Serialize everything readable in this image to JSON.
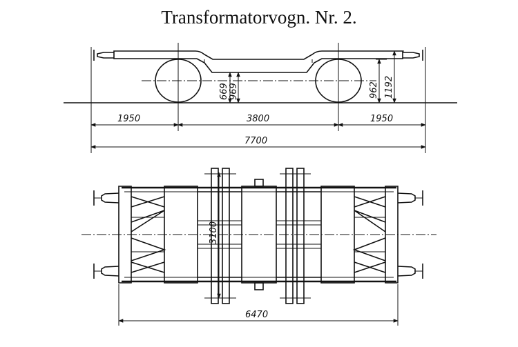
{
  "title": "Transformatorvogn. Nr. 2.",
  "side_view": {
    "dims": {
      "left_span": "1950",
      "middle_span": "3800",
      "right_span": "1950",
      "total_length": "7700",
      "wheel_center_height_left": "669",
      "frame_height_left": "969",
      "wheel_center_height_right": "962",
      "buffer_height": "1192"
    }
  },
  "plan_view": {
    "dims": {
      "track_width": "3100",
      "frame_length": "6470"
    }
  }
}
